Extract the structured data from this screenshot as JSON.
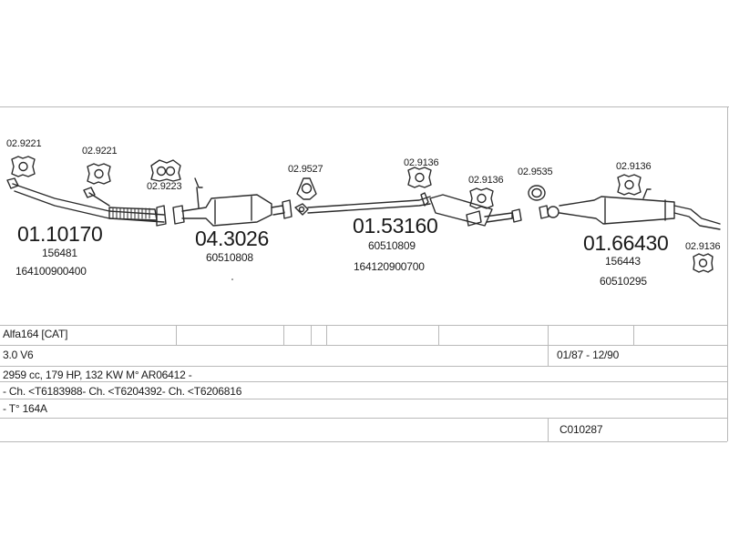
{
  "diagram": {
    "gasket_labels": [
      "02.9221",
      "02.9221",
      "02.9223",
      "02.9527",
      "02.9136",
      "02.9136",
      "02.9535",
      "02.9136",
      "02.9136"
    ],
    "parts": [
      {
        "code": "01.10170",
        "refs": [
          "156481",
          "164100900400"
        ]
      },
      {
        "code": "04.3026",
        "refs": [
          "60510808"
        ]
      },
      {
        "code": "01.53160",
        "refs": [
          "60510809",
          "164120900700"
        ]
      },
      {
        "code": "01.66430",
        "refs": [
          "156443",
          "60510295"
        ]
      }
    ]
  },
  "table": {
    "model": "Alfa164  [CAT]",
    "engine": "3.0 V6",
    "date_range": "01/87 - 12/90",
    "specs": "2959 cc, 179 HP, 132 KW M° AR06412 -",
    "chassis": "- Ch. <T6183988- Ch. <T6204392- Ch. <T6206816",
    "type": "- T° 164A",
    "catalog_code": "C010287"
  }
}
